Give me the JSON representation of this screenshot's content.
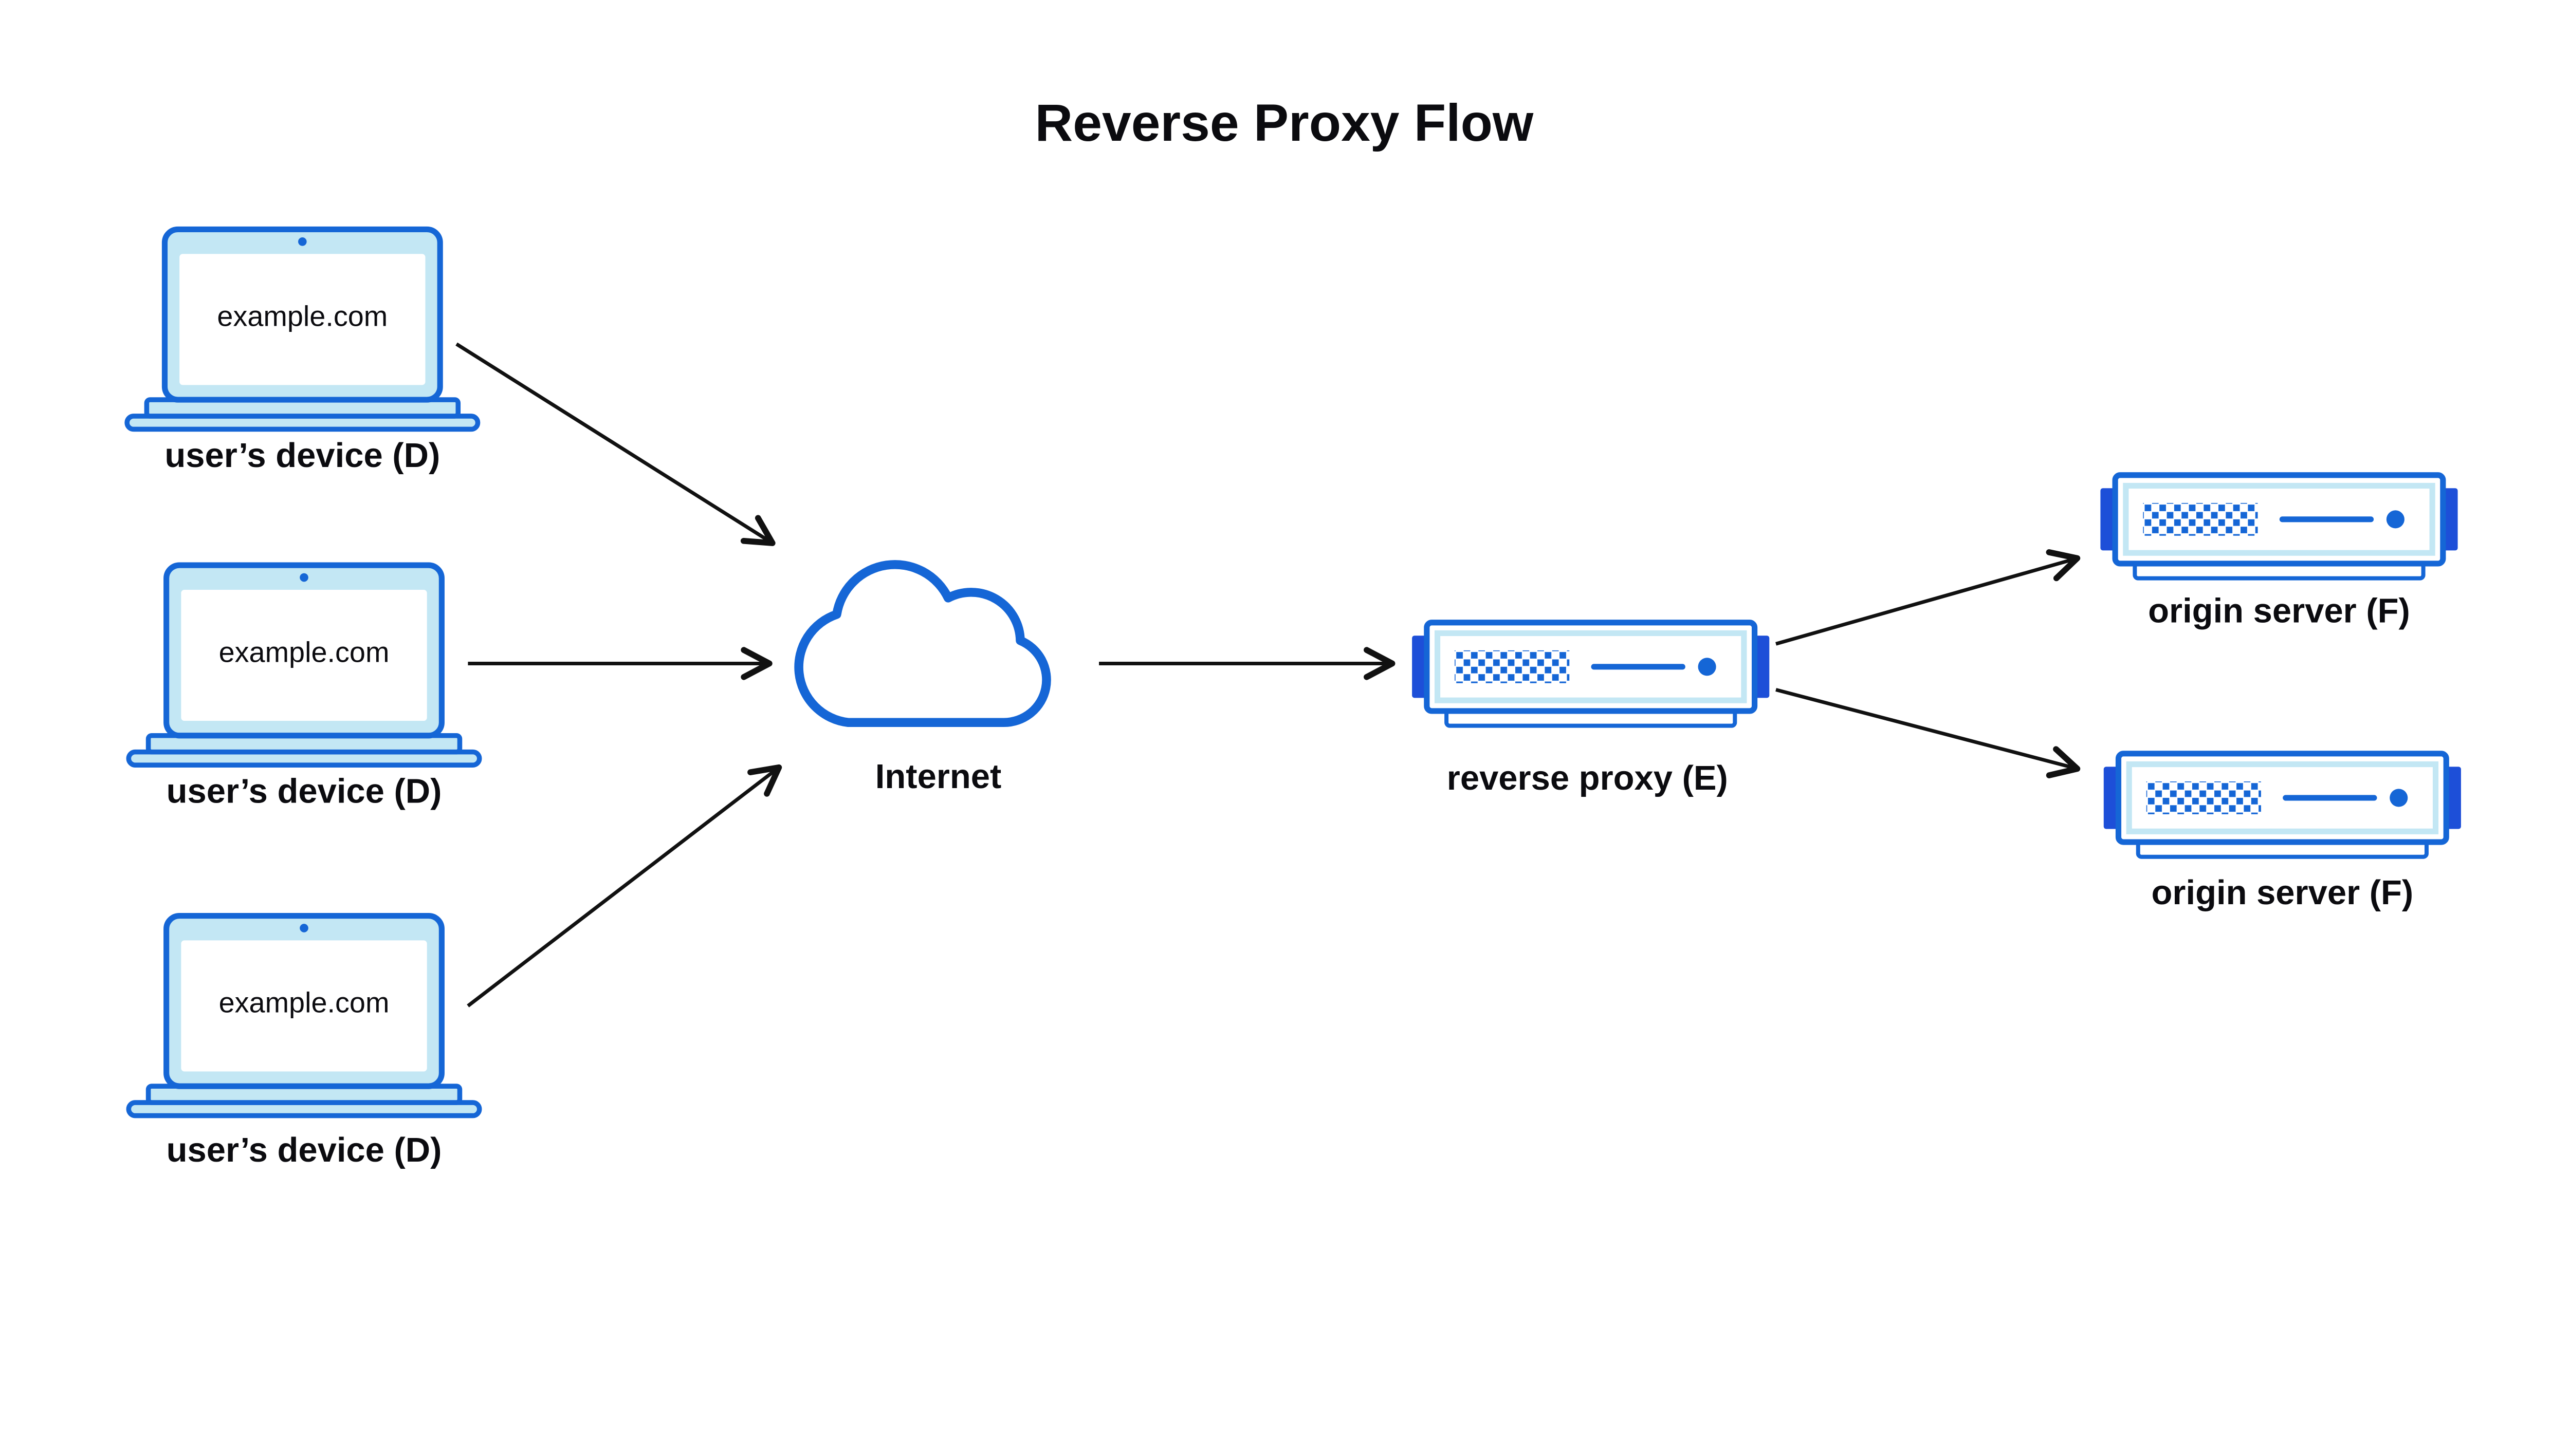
{
  "title": "Reverse Proxy Flow",
  "devices": [
    {
      "screen_text": "example.com",
      "label": "user’s device (D)"
    },
    {
      "screen_text": "example.com",
      "label": "user’s device (D)"
    },
    {
      "screen_text": "example.com",
      "label": "user’s device (D)"
    }
  ],
  "internet": {
    "label": "Internet"
  },
  "reverse_proxy": {
    "label": "reverse proxy (E)"
  },
  "origin_servers": [
    {
      "label": "origin server (F)"
    },
    {
      "label": "origin server (F)"
    }
  ],
  "colors": {
    "blue": "#1566d6",
    "light_blue": "#c3e7f4",
    "dark_blue": "#1d4fd8",
    "arrow": "#111111",
    "text": "#0b0b0f",
    "background": "#ffffff"
  }
}
